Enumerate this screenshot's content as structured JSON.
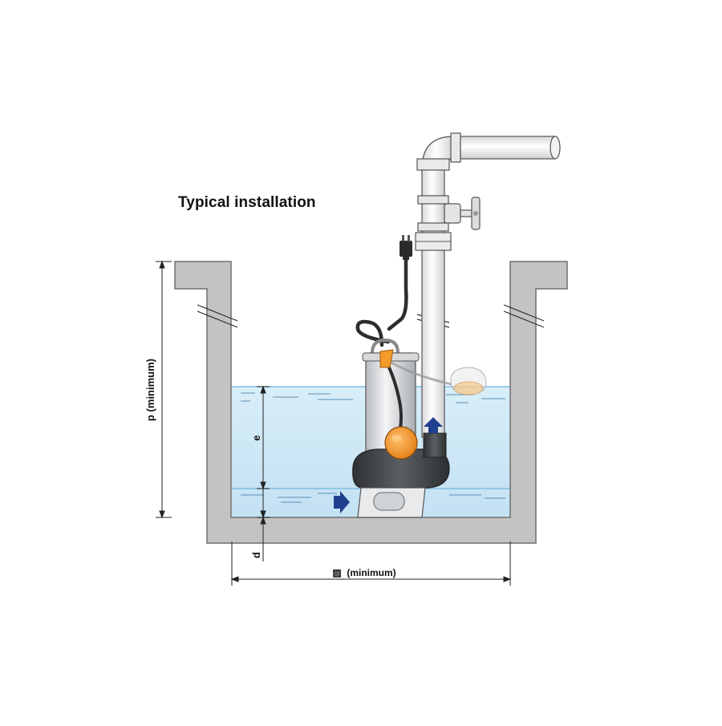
{
  "title": "Typical installation",
  "dimensions": {
    "pit_depth_label": "p (minimum)",
    "level_range_label": "e",
    "bottom_gap_label": "d",
    "pit_width_symbol": "▨",
    "pit_width_label": "(minimum)"
  },
  "colors": {
    "wall": "#c3c3c3",
    "wall_stroke": "#6f6f6f",
    "water": "#cfe8f6",
    "water_line": "#6aaed6",
    "pump_body": "#4a4d50",
    "float": "#f39a2b",
    "arrow": "#1f3f8f"
  },
  "icons": [
    "float-switch-icon",
    "power-plug-icon",
    "gate-valve-icon",
    "flow-arrow-icon"
  ]
}
